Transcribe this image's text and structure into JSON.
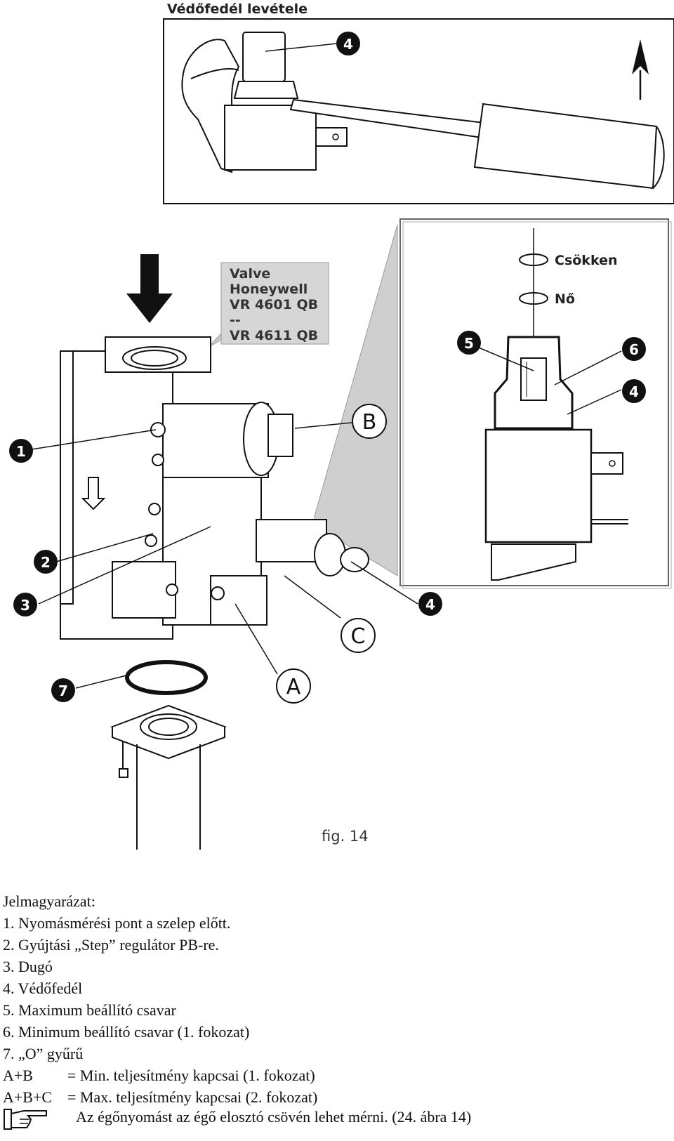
{
  "diagram": {
    "caption_top": "Védőfedél levétele",
    "valve_box": [
      "Valve",
      "Honeywell",
      "VR 4601 QB",
      "--",
      "VR 4611 QB"
    ],
    "detail_labels": {
      "decrease": "Csökken",
      "increase": "Nő"
    },
    "callouts": [
      "1",
      "2",
      "3",
      "4",
      "4",
      "4",
      "5",
      "6",
      "7",
      "A",
      "B",
      "C"
    ],
    "figure_caption": "fig. 14"
  },
  "legend": {
    "title": "Jelmagyarázat:",
    "items": [
      "1. Nyomásmérési pont a szelep előtt.",
      "2. Gyújtási „Step” regulátor PB-re.",
      "3. Dugó",
      "4. Védőfedél",
      "5. Maximum beállító csavar",
      "6. Minimum beállító csavar (1. fokozat)",
      "7. „O” gyűrű"
    ],
    "combos": [
      {
        "key": "A+B",
        "text": "= Min. teljesítmény kapcsai (1. fokozat)"
      },
      {
        "key": "A+B+C",
        "text": "= Max. teljesítmény kapcsai (2. fokozat)"
      }
    ]
  },
  "note": {
    "icon": "pointing-hand-icon",
    "text": "Az égőnyomást az égő elosztó csövén lehet mérni. (24. ábra 14)"
  }
}
